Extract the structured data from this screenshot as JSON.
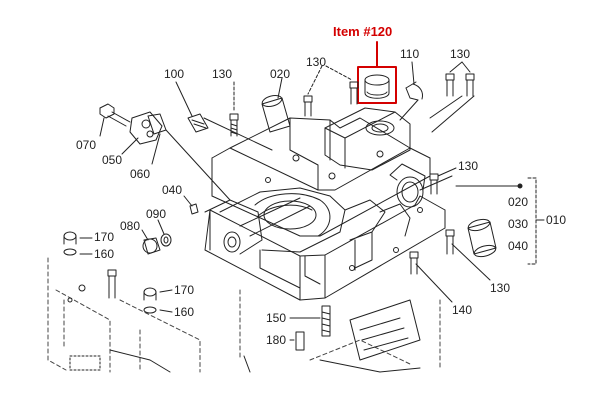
{
  "callout": {
    "text": "Item #120"
  },
  "colors": {
    "highlight": "#d40000",
    "line": "#222222",
    "paper": "#ffffff"
  },
  "parts": [
    {
      "id": "p110",
      "text": "110"
    },
    {
      "id": "p130a",
      "text": "130"
    },
    {
      "id": "p130b",
      "text": "130"
    },
    {
      "id": "p130c",
      "text": "130"
    },
    {
      "id": "p100",
      "text": "100"
    },
    {
      "id": "p020a",
      "text": "020"
    },
    {
      "id": "p070",
      "text": "070"
    },
    {
      "id": "p050",
      "text": "050"
    },
    {
      "id": "p060",
      "text": "060"
    },
    {
      "id": "p040a",
      "text": "040"
    },
    {
      "id": "p130d",
      "text": "130"
    },
    {
      "id": "p080",
      "text": "080"
    },
    {
      "id": "p090",
      "text": "090"
    },
    {
      "id": "p170a",
      "text": "170"
    },
    {
      "id": "p160a",
      "text": "160"
    },
    {
      "id": "p170b",
      "text": "170"
    },
    {
      "id": "p160b",
      "text": "160"
    },
    {
      "id": "p150",
      "text": "150"
    },
    {
      "id": "p180",
      "text": "180"
    },
    {
      "id": "p140",
      "text": "140"
    },
    {
      "id": "p130e",
      "text": "130"
    },
    {
      "id": "p020b",
      "text": "020"
    },
    {
      "id": "p030",
      "text": "030"
    },
    {
      "id": "p040b",
      "text": "040"
    },
    {
      "id": "p010",
      "text": "010"
    }
  ]
}
